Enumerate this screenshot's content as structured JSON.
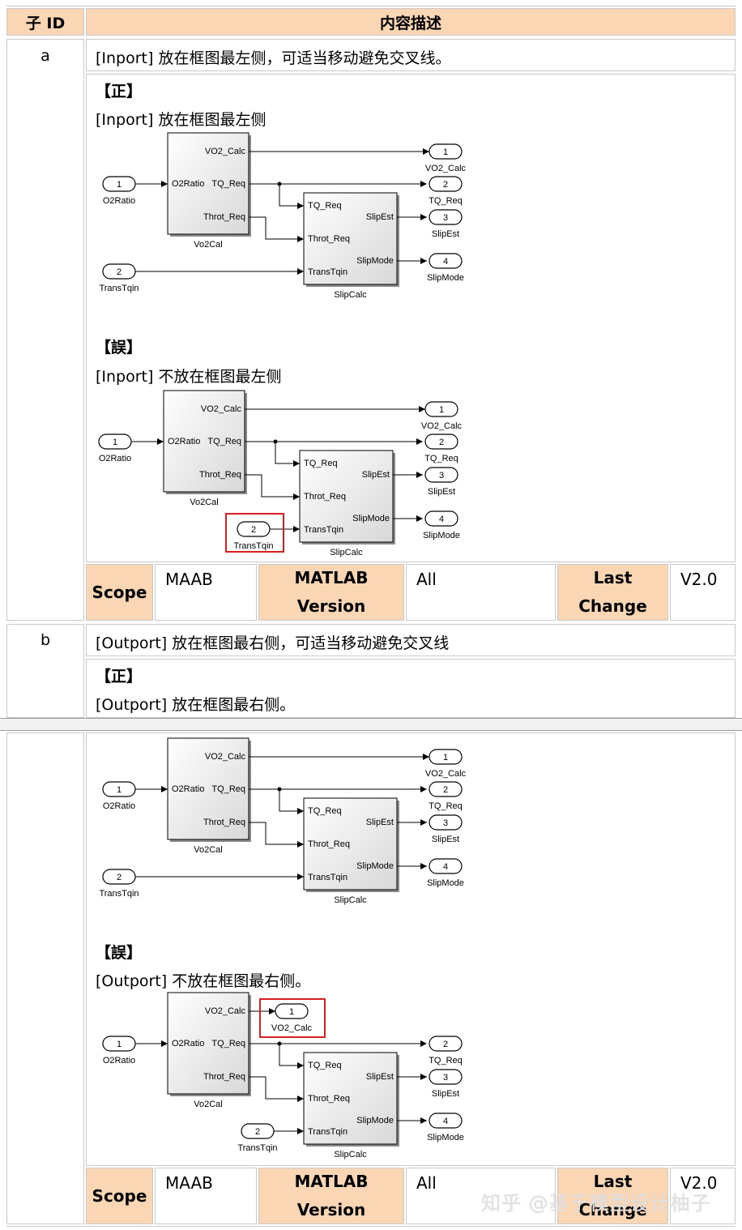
{
  "header": {
    "id_col": "子 ID",
    "desc_col": "内容描述"
  },
  "rows": [
    {
      "id": "a",
      "title": "[Inport] 放在框图最左侧，可适当移动避免交叉线。",
      "good_tag": "【正】",
      "good_text": "[Inport] 放在框图最左侧",
      "bad_tag": "【誤】",
      "bad_text": "[Inport] 不放在框图最左侧"
    },
    {
      "id": "b",
      "title": "[Outport] 放在框图最右侧，可适当移动避免交叉线",
      "good_tag": "【正】",
      "good_text": "[Outport] 放在框图最右侧。",
      "bad_tag": "【誤】",
      "bad_text": "[Outport] 不放在框图最右侧。"
    }
  ],
  "meta": {
    "scope_label": "Scope",
    "scope_value": "MAAB",
    "version_label_1": "MATLAB",
    "version_label_2": "Version",
    "version_value": "All",
    "change_label_1": "Last",
    "change_label_2": "Change",
    "change_value": "V2.0"
  },
  "diagram": {
    "vo2cal_block": "Vo2Cal",
    "slipcalc_block": "SlipCalc",
    "in_o2ratio": {
      "num": "1",
      "name": "O2Ratio"
    },
    "in_transtqin": {
      "num": "2",
      "name": "TransTqin"
    },
    "out_vo2": {
      "num": "1",
      "name": "VO2_Calc"
    },
    "out_tq": {
      "num": "2",
      "name": "TQ_Req"
    },
    "out_slipest": {
      "num": "3",
      "name": "SlipEst"
    },
    "out_slipmode": {
      "num": "4",
      "name": "SlipMode"
    },
    "p_o2ratio": "O2Ratio",
    "p_vo2calc": "VO2_Calc",
    "p_tqreq": "TQ_Req",
    "p_throtreq": "Throt_Req",
    "p_transtqin": "TransTqin",
    "p_slipest": "SlipEst",
    "p_slipmode": "SlipMode",
    "highlight_color": "#d42020"
  },
  "watermark": "知乎 @基于模型设计柚子"
}
